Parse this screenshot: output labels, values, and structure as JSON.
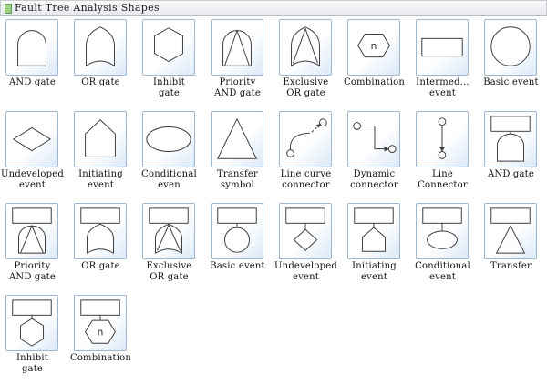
{
  "window": {
    "title": "Fault Tree Analysis Shapes"
  },
  "shapes": [
    {
      "label": "AND gate",
      "icon": "and-gate-icon"
    },
    {
      "label": "OR gate",
      "icon": "or-gate-icon"
    },
    {
      "label": "Inhibit\ngate",
      "icon": "inhibit-gate-icon"
    },
    {
      "label": "Priority\nAND gate",
      "icon": "priority-and-gate-icon"
    },
    {
      "label": "Exclusive\nOR gate",
      "icon": "exclusive-or-gate-icon"
    },
    {
      "label": "Combination",
      "icon": "combination-icon",
      "symbol": "n"
    },
    {
      "label": "Intermed...\nevent",
      "icon": "intermediate-event-icon"
    },
    {
      "label": "Basic event",
      "icon": "basic-event-icon"
    },
    {
      "label": "Undeveloped\nevent",
      "icon": "undeveloped-event-icon"
    },
    {
      "label": "Initiating\nevent",
      "icon": "initiating-event-icon"
    },
    {
      "label": "Conditional\neven",
      "icon": "conditional-event-icon"
    },
    {
      "label": "Transfer\nsymbol",
      "icon": "transfer-symbol-icon"
    },
    {
      "label": "Line curve\nconnector",
      "icon": "line-curve-connector-icon"
    },
    {
      "label": "Dynamic\nconnector",
      "icon": "dynamic-connector-icon"
    },
    {
      "label": "Line\nConnector",
      "icon": "line-connector-icon"
    },
    {
      "label": "AND gate",
      "icon": "and-gate-with-box-icon"
    },
    {
      "label": "Priority\nAND gate",
      "icon": "priority-and-gate-with-box-icon"
    },
    {
      "label": "OR gate",
      "icon": "or-gate-with-box-icon"
    },
    {
      "label": "Exclusive\nOR gate",
      "icon": "exclusive-or-gate-with-box-icon"
    },
    {
      "label": "Basic event",
      "icon": "basic-event-with-box-icon"
    },
    {
      "label": "Undeveloped\nevent",
      "icon": "undeveloped-event-with-box-icon"
    },
    {
      "label": "Initiating\nevent",
      "icon": "initiating-event-with-box-icon"
    },
    {
      "label": "Conditional\nevent",
      "icon": "conditional-event-with-box-icon"
    },
    {
      "label": "Transfer",
      "icon": "transfer-with-box-icon"
    },
    {
      "label": "Inhibit\ngate",
      "icon": "inhibit-gate-with-box-icon"
    },
    {
      "label": "Combination",
      "icon": "combination-with-box-icon",
      "symbol": "n"
    }
  ]
}
